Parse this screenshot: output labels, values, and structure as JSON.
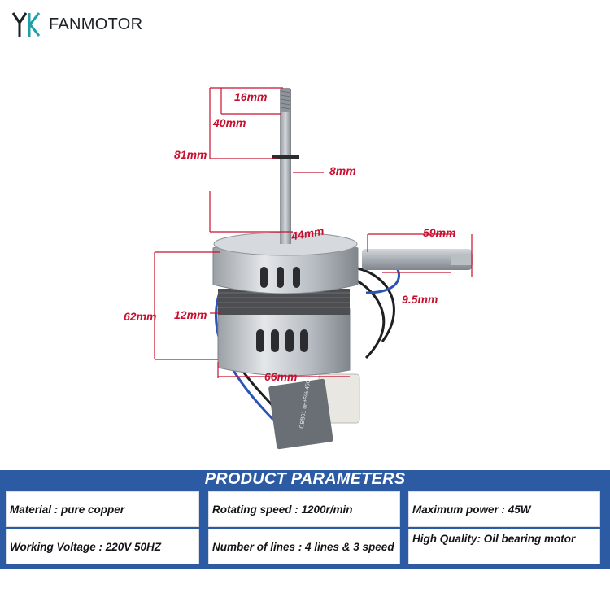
{
  "brand": {
    "name": "FANMOTOR",
    "logo_text": "YK",
    "colors": {
      "blue": "#2c5aa3",
      "teal": "#1e9ea7",
      "dark": "#1c1f26"
    }
  },
  "dimensions": {
    "d16": "16mm",
    "d40": "40mm",
    "d81": "81mm",
    "d8": "8mm",
    "d44": "44mm",
    "d59": "59mm",
    "d95": "9.5mm",
    "d62": "62mm",
    "d12": "12mm",
    "d66": "66mm",
    "color": "#c8102e"
  },
  "parameters": {
    "title": "PRODUCT PARAMETERS",
    "header_color": "#2c5aa3",
    "cells": [
      "Material :  pure copper",
      "Rotating speed : 1200r/min",
      "Maximum power :   45W",
      "Working Voltage : 220V 50HZ",
      "Number of lines : 4 lines & 3 speed",
      "High Quality: Oil bearing motor"
    ]
  },
  "capacitor": {
    "label": "CBB61 uF±5% 450VAC"
  }
}
